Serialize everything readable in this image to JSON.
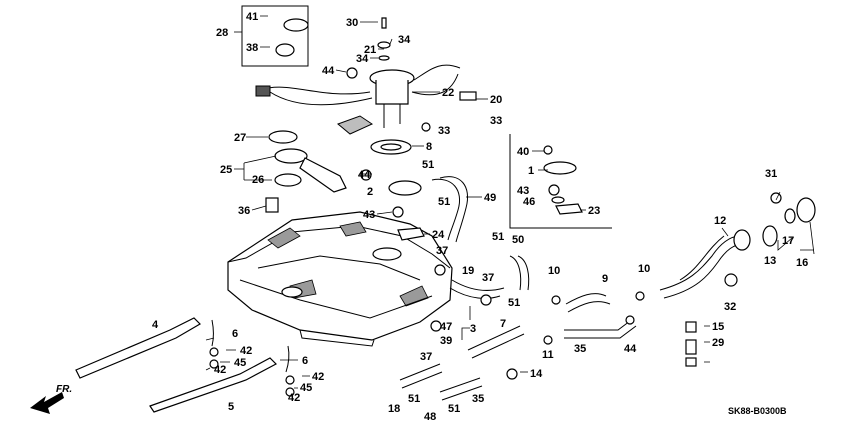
{
  "callouts": [
    "41",
    "38",
    "28",
    "30",
    "21",
    "34",
    "34",
    "44",
    "22",
    "20",
    "33",
    "33",
    "27",
    "8",
    "25",
    "26",
    "44",
    "51",
    "2",
    "49",
    "51",
    "36",
    "43",
    "24",
    "40",
    "1",
    "43",
    "46",
    "23",
    "31",
    "12",
    "17",
    "16",
    "13",
    "37",
    "19",
    "50",
    "51",
    "37",
    "51",
    "3",
    "47",
    "39",
    "10",
    "9",
    "10",
    "32",
    "6",
    "4",
    "42",
    "45",
    "42",
    "6",
    "42",
    "45",
    "42",
    "5",
    "7",
    "37",
    "18",
    "51",
    "48",
    "51",
    "35",
    "11",
    "35",
    "44",
    "14",
    "15",
    "29"
  ],
  "diagram_code": "SK88-B0300B",
  "front_label": "FR.",
  "colors": {
    "ink": "#000000",
    "fill": "#ffffff",
    "shade": "#bdbdbd"
  }
}
